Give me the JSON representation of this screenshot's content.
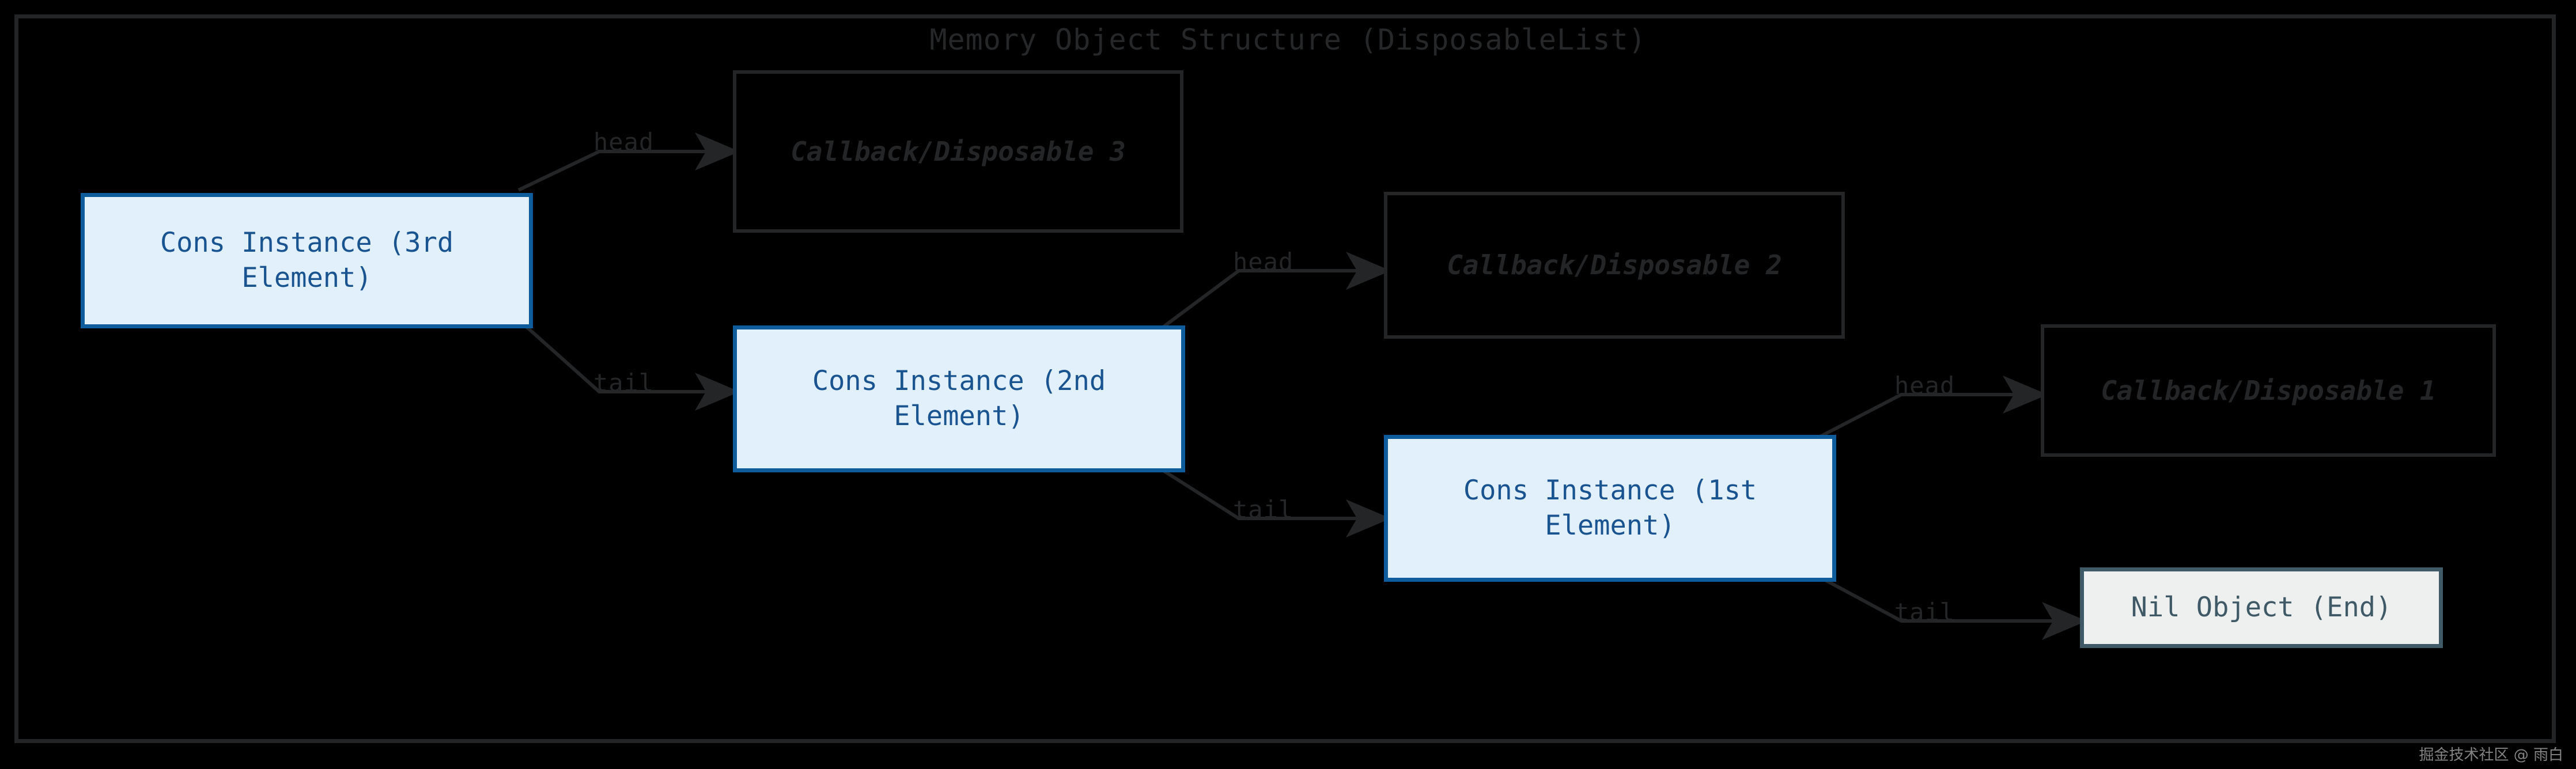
{
  "title": "Memory Object Structure (DisposableList)",
  "theme": {
    "background": "#000000",
    "frame_border": "#222426",
    "cons_fill": "#e2f0fb",
    "cons_border": "#0e5c9c",
    "cons_text": "#1a5490",
    "callback_fill": "#000000",
    "callback_border": "#232527",
    "callback_text": "#232527",
    "nil_fill": "#eef0f0",
    "nil_border": "#3f5a66",
    "nil_text": "#3f5a66",
    "edge_color": "#232527"
  },
  "nodes": {
    "cons3": "Cons Instance (3rd Element)",
    "cons2": "Cons Instance (2nd Element)",
    "cons1": "Cons Instance (1st Element)",
    "callback3": "Callback/Disposable 3",
    "callback2": "Callback/Disposable 2",
    "callback1": "Callback/Disposable 1",
    "nil": "Nil Object (End)"
  },
  "edges": {
    "head3": "head",
    "tail3": "tail",
    "head2": "head",
    "tail2": "tail",
    "head1": "head",
    "tail1": "tail"
  },
  "watermark": "掘金技术社区 @ 雨白"
}
